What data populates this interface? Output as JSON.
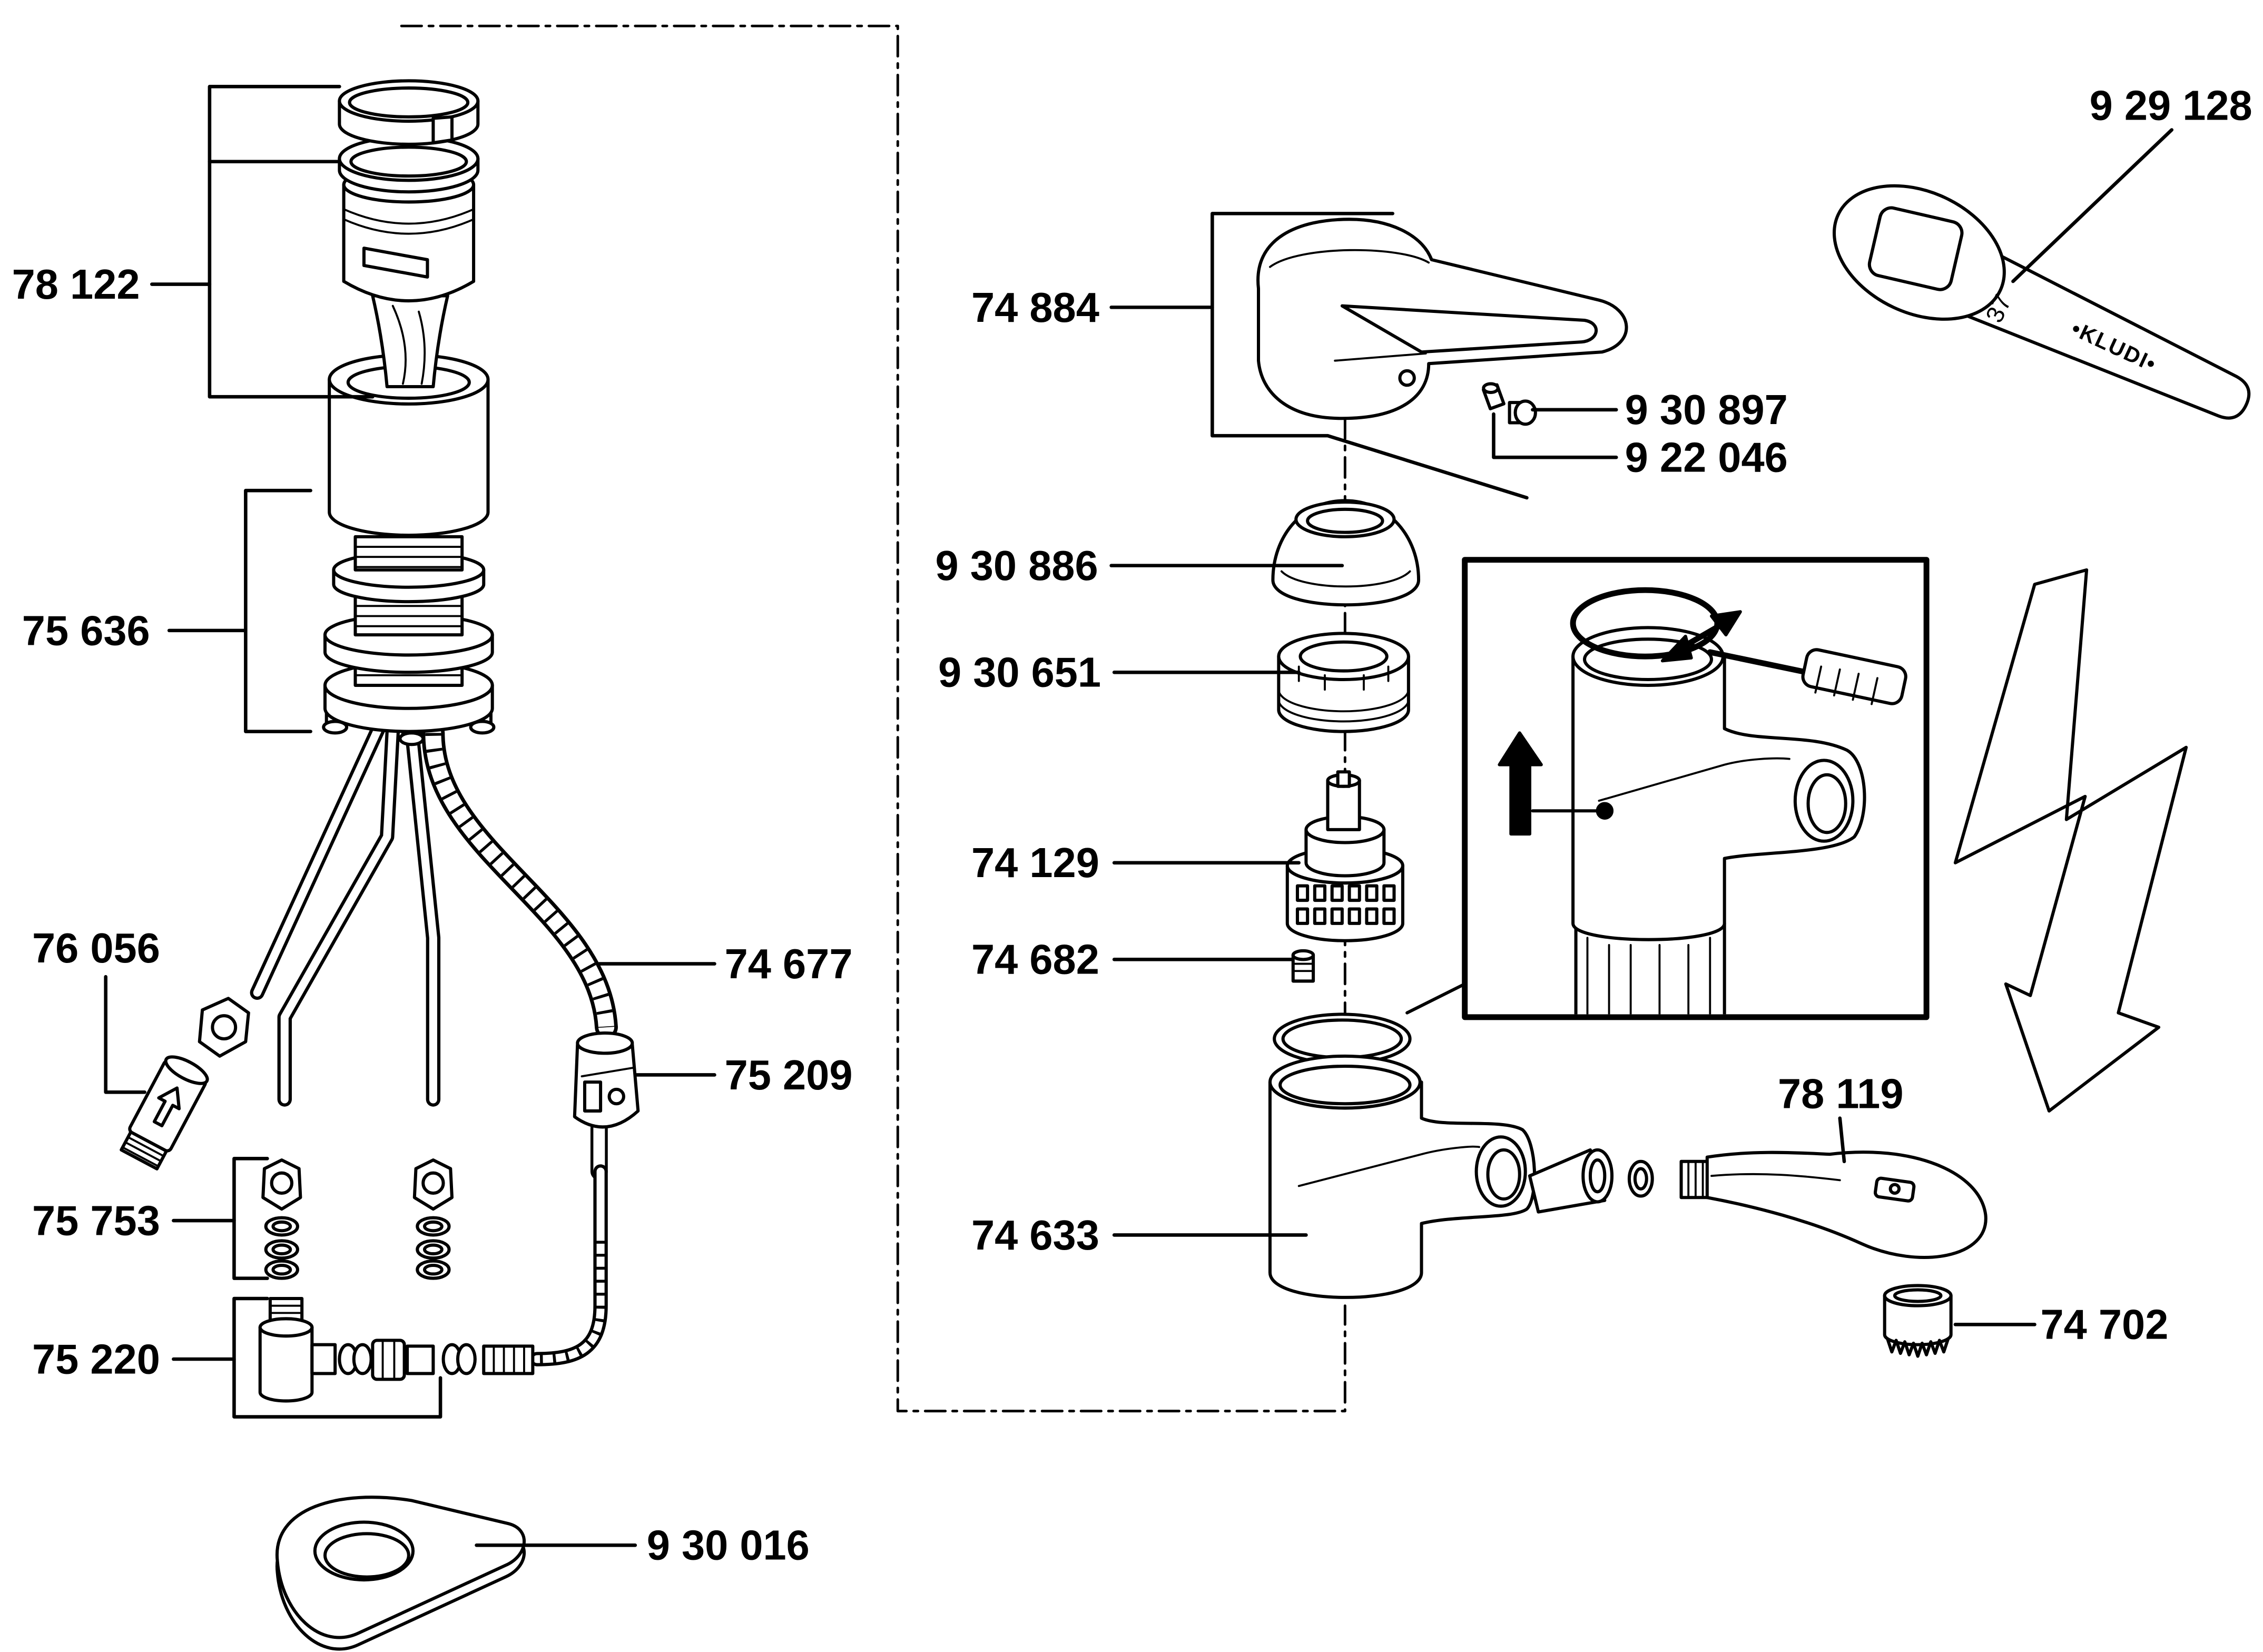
{
  "part_numbers": [
    "78 122",
    "75 636",
    "76 056",
    "75 753",
    "75 220",
    "9 30 016",
    "74 677",
    "75 209",
    "74 884",
    "9 30 897",
    "9 22 046",
    "9 30 886",
    "9 30 651",
    "74 129",
    "74 682",
    "74 633",
    "78 119",
    "74 702",
    "9 29 128"
  ],
  "wrench": {
    "size_marking": "37",
    "brand_marking": "•KLUDI•"
  }
}
